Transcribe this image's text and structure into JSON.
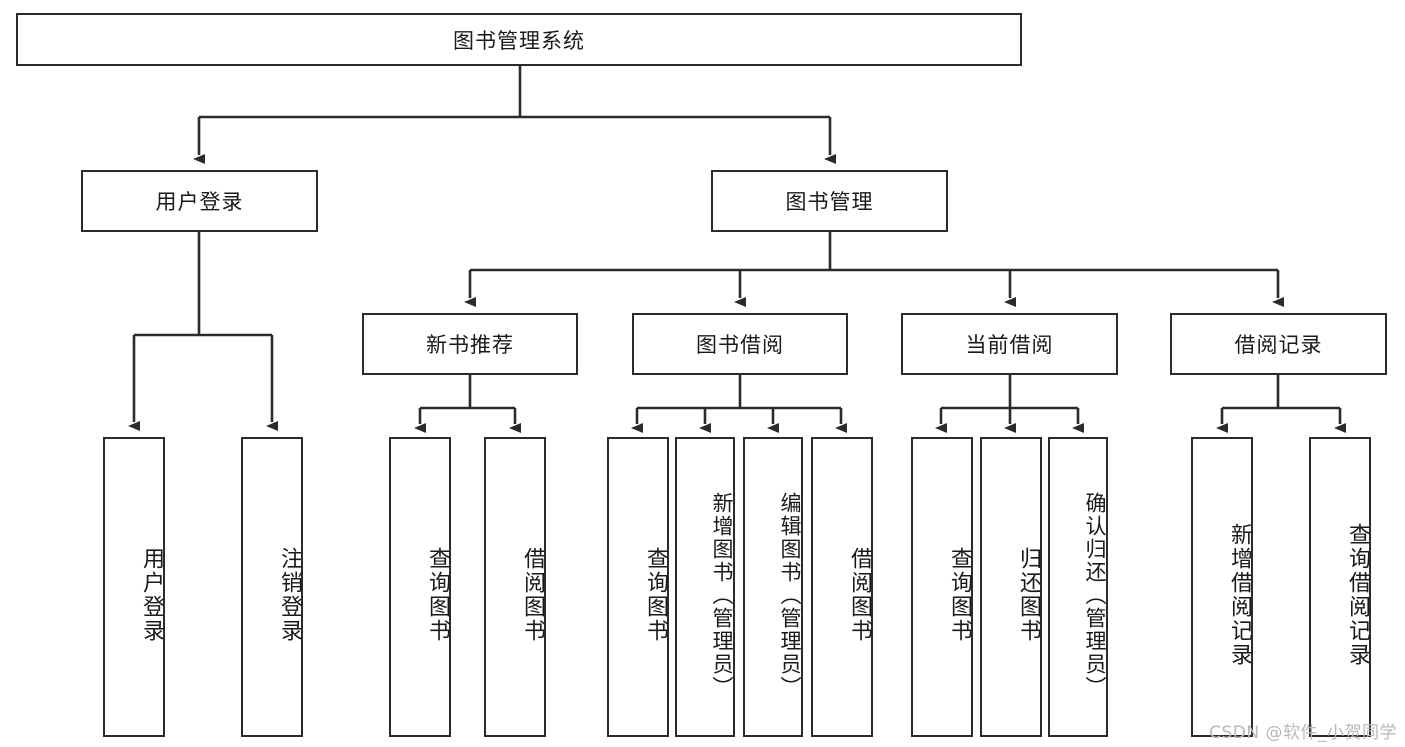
{
  "diagram": {
    "title": "图书管理系统",
    "type": "hierarchy-tree",
    "root": {
      "id": "root",
      "label": "图书管理系统"
    },
    "level2": [
      {
        "id": "user-login",
        "label": "用户登录"
      },
      {
        "id": "book-management",
        "label": "图书管理"
      }
    ],
    "level3": [
      {
        "id": "new-book-recommend",
        "label": "新书推荐"
      },
      {
        "id": "book-borrow",
        "label": "图书借阅"
      },
      {
        "id": "current-borrow",
        "label": "当前借阅"
      },
      {
        "id": "borrow-record",
        "label": "借阅记录"
      }
    ],
    "leaves": {
      "user-login": [
        {
          "id": "leaf-user-login",
          "label": "用户登录"
        },
        {
          "id": "leaf-logout-login",
          "label": "注销登录"
        }
      ],
      "new-book-recommend": [
        {
          "id": "leaf-query-book-1",
          "label": "查询图书"
        },
        {
          "id": "leaf-borrow-book-1",
          "label": "借阅图书"
        }
      ],
      "book-borrow": [
        {
          "id": "leaf-query-book-2",
          "label": "查询图书"
        },
        {
          "id": "leaf-add-book",
          "label": "新增图书（管理员）"
        },
        {
          "id": "leaf-edit-book",
          "label": "编辑图书（管理员）"
        },
        {
          "id": "leaf-borrow-book-2",
          "label": "借阅图书"
        }
      ],
      "current-borrow": [
        {
          "id": "leaf-query-book-3",
          "label": "查询图书"
        },
        {
          "id": "leaf-return-book",
          "label": "归还图书"
        },
        {
          "id": "leaf-confirm-return",
          "label": "确认归还（管理员）"
        }
      ],
      "borrow-record": [
        {
          "id": "leaf-add-record",
          "label": "新增借阅记录"
        },
        {
          "id": "leaf-query-record",
          "label": "查询借阅记录"
        }
      ]
    }
  },
  "watermark": {
    "text": "CSDN @软件_小贺同学"
  },
  "colors": {
    "border": "#2b2b2b",
    "background": "#ffffff",
    "text": "#1a1a1a",
    "watermark": "#b9b9b9",
    "connector": "#2b2b2b"
  }
}
